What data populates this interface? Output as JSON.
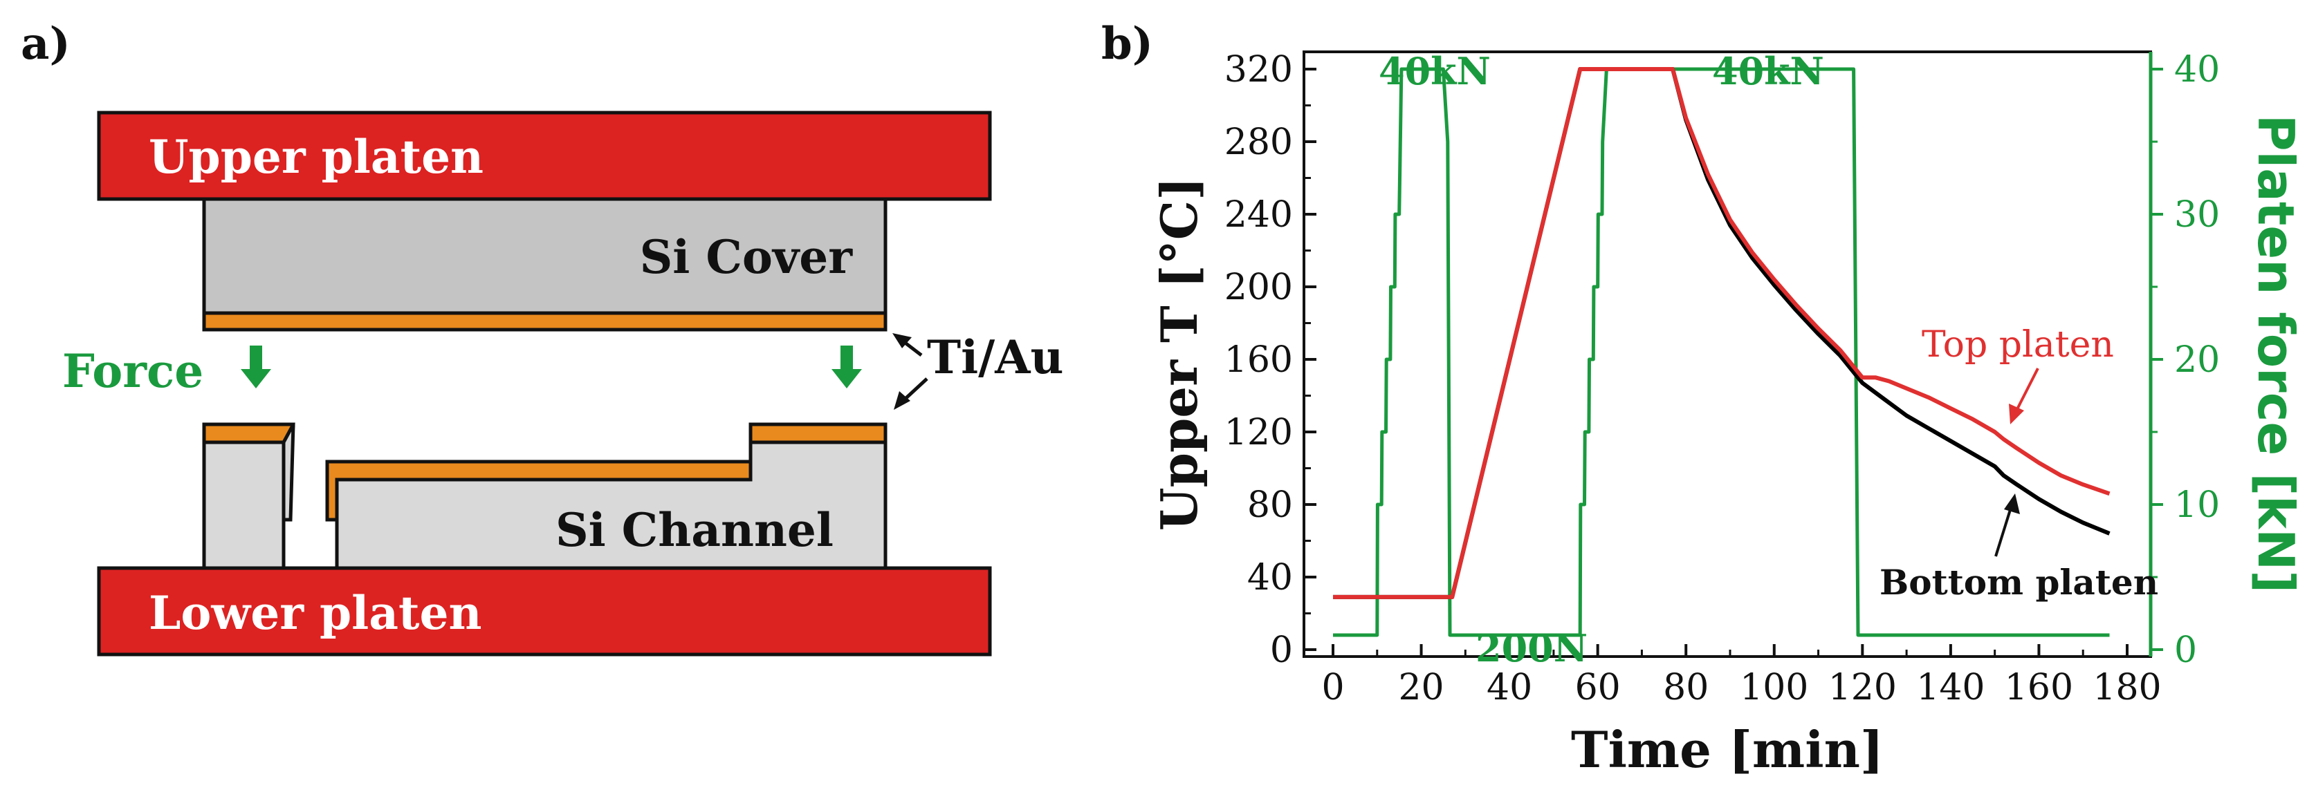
{
  "panel_a": {
    "label": "a)",
    "upper_platen": "Upper platen",
    "lower_platen": "Lower platen",
    "si_cover": "Si Cover",
    "si_channel": "Si Channel",
    "force": "Force",
    "ti_au": "Ti/Au"
  },
  "panel_b": {
    "label": "b)",
    "annotations": {
      "force_40kN_first": "40kN",
      "force_40kN_second": "40kN",
      "force_200N": "200N",
      "top_platen": "Top platen",
      "bottom_platen": "Bottom platen"
    }
  },
  "colors": {
    "platen_red": "#dd2222",
    "si_grey": "#c4c4c4",
    "channel_grey": "#d9d9d9",
    "ti_au_orange": "#e98a1e",
    "force_green": "#1a9a3e",
    "top_platen_line": "#e03030",
    "bottom_platen_line": "#000000"
  },
  "chart_data": {
    "type": "line",
    "xlabel": "Time [min]",
    "ylabel_left": "Upper T [°C]",
    "ylabel_right": "Platen force [kN]",
    "xlim": [
      0,
      180
    ],
    "ylim_left": [
      0,
      320
    ],
    "ylim_right": [
      0,
      40
    ],
    "x_ticks": [
      "0",
      "20",
      "40",
      "60",
      "80",
      "100",
      "120",
      "140",
      "160",
      "180"
    ],
    "y_ticks_left": [
      "0",
      "40",
      "80",
      "120",
      "160",
      "200",
      "240",
      "280",
      "320"
    ],
    "y_ticks_right": [
      "0",
      "10",
      "20",
      "30",
      "40"
    ],
    "grid": false,
    "series": [
      {
        "name": "Bottom platen",
        "axis": "left",
        "x": [
          0,
          27,
          56,
          77,
          80,
          85,
          90,
          95,
          100,
          105,
          110,
          115,
          120,
          125,
          130,
          135,
          140,
          145,
          150,
          152,
          155,
          160,
          165,
          170,
          176
        ],
        "y": [
          29,
          29,
          320,
          320,
          292,
          259,
          234,
          216,
          201,
          187,
          174,
          162,
          147,
          138,
          129,
          122,
          115,
          108,
          101,
          96,
          91,
          83,
          76,
          70,
          64
        ]
      },
      {
        "name": "Top platen",
        "axis": "left",
        "x": [
          0,
          27,
          56,
          77,
          80,
          85,
          90,
          95,
          100,
          105,
          110,
          115,
          120,
          123,
          126,
          130,
          135,
          140,
          145,
          150,
          152,
          155,
          160,
          165,
          170,
          176
        ],
        "y": [
          29,
          29,
          320,
          320,
          293,
          262,
          237,
          219,
          204,
          190,
          177,
          165,
          150,
          150,
          148,
          144,
          139,
          133,
          127,
          120,
          116,
          111,
          103,
          96,
          91,
          86
        ]
      },
      {
        "axis": "right",
        "x": [
          0,
          10,
          10.1,
          11,
          11.1,
          12,
          12.1,
          13,
          13.1,
          14,
          14.1,
          15,
          15.5,
          25,
          26,
          26.5,
          56,
          56.1,
          57,
          57.1,
          58,
          58.1,
          59,
          59.1,
          60,
          60.1,
          61,
          61.1,
          62,
          118,
          119,
          176
        ],
        "y": [
          1,
          1,
          10,
          10,
          15,
          15,
          20,
          20,
          25,
          25,
          30,
          30,
          40,
          40,
          35,
          1,
          1,
          10,
          10,
          15,
          15,
          20,
          20,
          25,
          25,
          30,
          30,
          35,
          40,
          40,
          1,
          1
        ]
      }
    ]
  }
}
